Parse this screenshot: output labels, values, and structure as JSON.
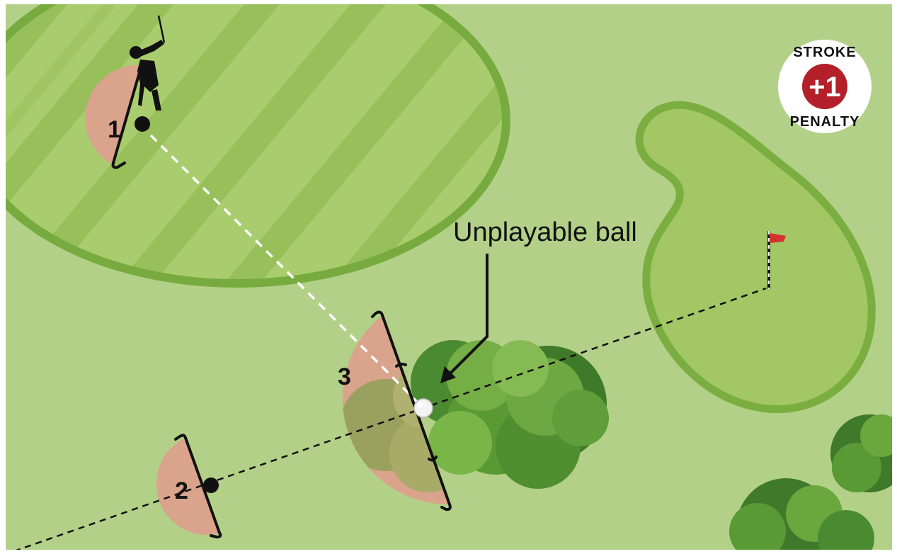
{
  "callout": {
    "text": "Unplayable ball"
  },
  "options": [
    {
      "number": "1"
    },
    {
      "number": "2"
    },
    {
      "number": "3"
    }
  ],
  "badge": {
    "top_text": "STROKE",
    "value": "+1",
    "bottom_text": "PENALTY"
  },
  "colors": {
    "rough": "#b3d088",
    "fairway_light": "#a9cd6e",
    "fairway_stripe": "#94bd57",
    "fairway_edge": "#78ab3f",
    "green": "#a2c764",
    "relief_area": "#d9a38c",
    "flag": "#d6302f",
    "badge_red": "#b3202a"
  }
}
